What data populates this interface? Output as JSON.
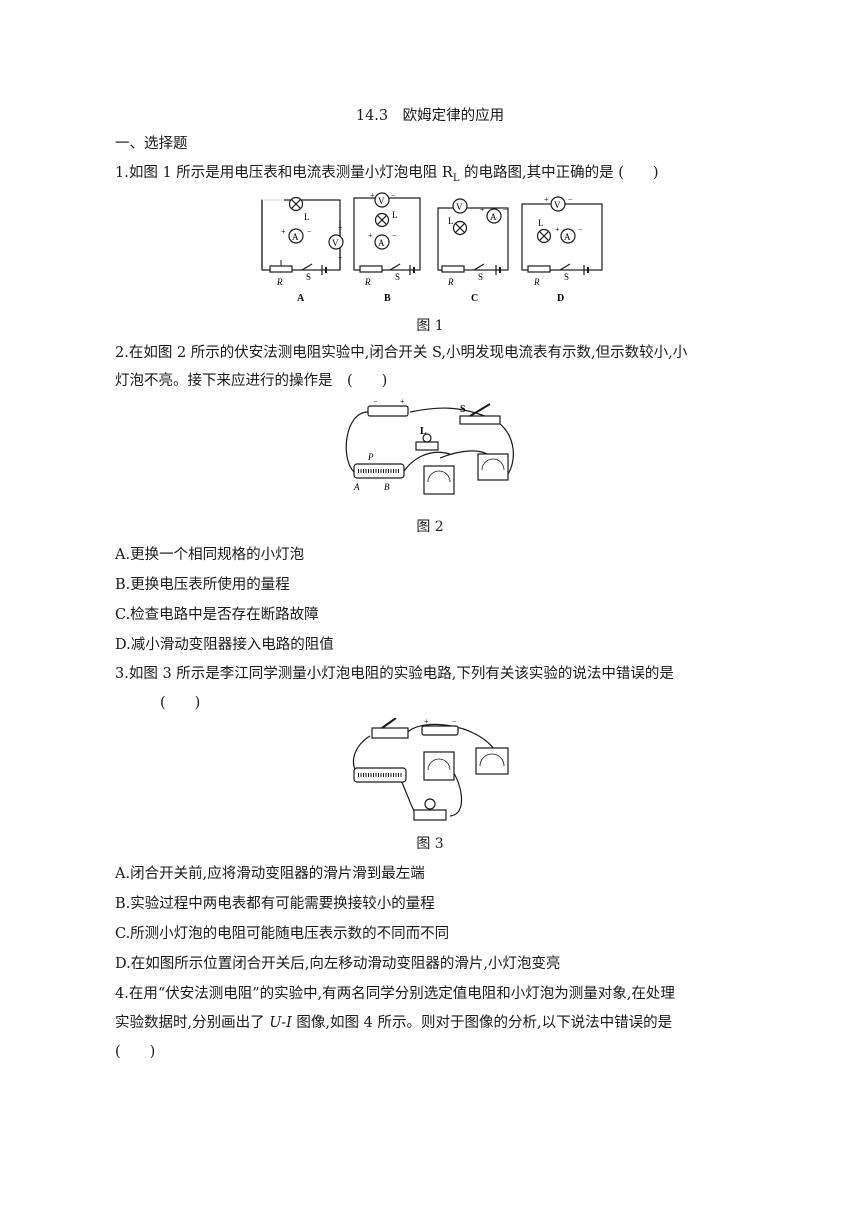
{
  "title": "14.3　欧姆定律的应用",
  "section": "一、选择题",
  "q1": {
    "stem": "1.如图 1 所示是用电压表和电流表测量小灯泡电阻 R",
    "sub": "L",
    "stem_tail": " 的电路图,其中正确的是 (　　)",
    "figure_caption": "图 1",
    "option_labels": [
      "A",
      "B",
      "C",
      "D"
    ],
    "meter_v": "V",
    "meter_a": "A",
    "lamp_label": "L",
    "rheostat_label": "R",
    "switch_label": "S",
    "plus": "+",
    "minus": "−"
  },
  "q2": {
    "stem_line1": "2.在如图 2 所示的伏安法测电阻实验中,闭合开关 S,小明发现电流表有示数,但示数较小,小",
    "stem_line2": "灯泡不亮。接下来应进行的操作是　(　　)",
    "figure_caption": "图 2",
    "fig_labels": {
      "s": "S",
      "l": "L",
      "p": "P",
      "a": "A",
      "b": "B"
    },
    "options": [
      "A.更换一个相同规格的小灯泡",
      "B.更换电压表所使用的量程",
      "C.检查电路中是否存在断路故障",
      "D.减小滑动变阻器接入电路的阻值"
    ]
  },
  "q3": {
    "stem_line1": "3.如图 3 所示是李江同学测量小灯泡电阻的实验电路,下列有关该实验的说法中错误的是",
    "stem_line2": "(　　)",
    "figure_caption": "图 3",
    "options": [
      "A.闭合开关前,应将滑动变阻器的滑片滑到最左端",
      "B.实验过程中两电表都有可能需要换接较小的量程",
      "C.所测小灯泡的电阻可能随电压表示数的不同而不同",
      "D.在如图所示位置闭合开关后,向左移动滑动变阻器的滑片,小灯泡变亮"
    ]
  },
  "q4": {
    "stem_line1": "4.在用“伏安法测电阻”的实验中,有两名同学分别选定值电阻和小灯泡为测量对象,在处理",
    "stem_line2_pre": "实验数据时,分别画出了 ",
    "stem_line2_em": "U-I",
    "stem_line2_post": " 图像,如图 4 所示。则对于图像的分析,以下说法中错误的是",
    "stem_line3": "(　　)"
  }
}
